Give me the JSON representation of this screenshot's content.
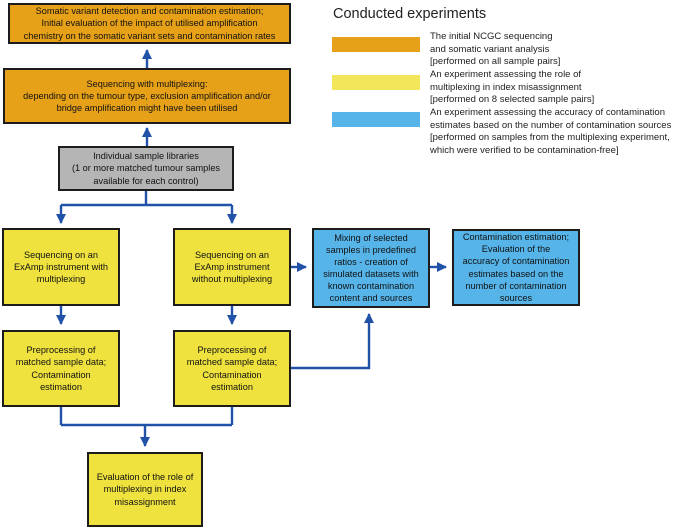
{
  "colors": {
    "orange": "#E7A118",
    "yellow": "#EFE23F",
    "legend_yellow": "#F2E65A",
    "sky_blue": "#56B4E9",
    "gray": "#B5B5B5",
    "arrow_blue": "#2152A8"
  },
  "legend": {
    "title": "Conducted experiments",
    "items": [
      {
        "color_name": "orange",
        "label": "The initial NCGC sequencing\nand somatic variant analysis\n[performed on all sample pairs]"
      },
      {
        "color_name": "yellow",
        "label": "An experiment assessing the role of\nmultiplexing in index misassignment\n[performed on 8 selected sample pairs]"
      },
      {
        "color_name": "sky-blue",
        "label": "An experiment assessing the accuracy of contamination\nestimates based on the number of contamination sources\n[performed on samples from the multiplexing experiment,\nwhich were verified to be contamination-free]"
      }
    ]
  },
  "flowchart": {
    "boxes": {
      "somatic_variant_detection": "Somatic variant detection and contamination estimation;\nInitial evaluation of the impact of utilised amplification\nchemistry on the somatic variant sets and contamination rates",
      "sequencing_with_multiplexing": "Sequencing with multiplexing:\ndepending on the tumour type, exclusion amplification and/or\nbridge amplification might have been utilised",
      "individual_sample_libraries": "Individual sample libraries\n(1 or more matched tumour samples\navailable for each control)",
      "sequencing_examp_with": "Sequencing on an\nExAmp instrument with\nmultiplexing",
      "sequencing_examp_without": "Sequencing on an\nExAmp instrument\nwithout multiplexing",
      "mixing_samples": "Mixing of selected\nsamples in predefined\nratios - creation of\nsimulated datasets with\nknown contamination\ncontent and sources",
      "contamination_estimation": "Contamination estimation;\nEvaluation of the\naccuracy of contamination\nestimates based on the\nnumber of contamination\nsources",
      "preprocessing_left": "Preprocessing of\nmatched sample data;\nContamination\nestimation",
      "preprocessing_right": "Preprocessing of\nmatched sample data;\nContamination\nestimation",
      "evaluation_multiplexing": "Evaluation of the role of\nmultiplexing in index\nmisassignment"
    }
  }
}
